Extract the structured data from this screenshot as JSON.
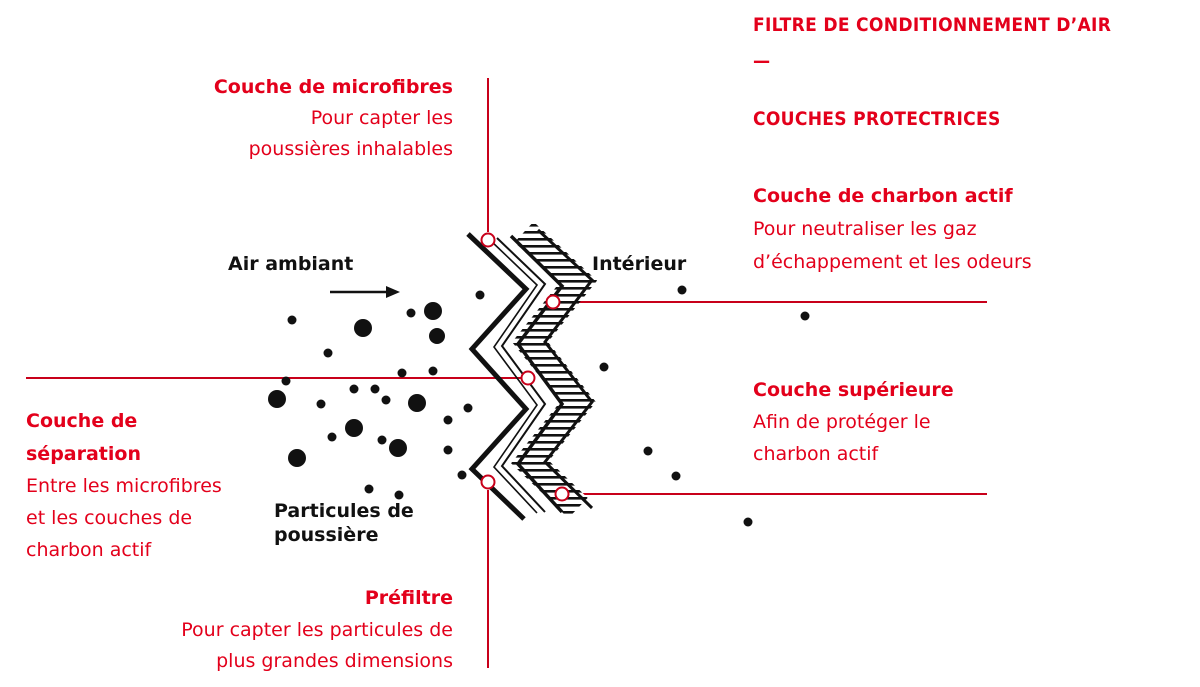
{
  "colors": {
    "accent": "#e3001b",
    "ink": "#111111"
  },
  "title": {
    "line1": "FILTRE DE CONDITIONNEMENT D’AIR",
    "dash": "—",
    "line2": "COUCHES PROTECTRICES"
  },
  "flow": {
    "outside_label": "Air ambiant",
    "inside_label": "Intérieur",
    "particles_label_line1": "Particules de",
    "particles_label_line2": "poussière"
  },
  "layers": {
    "microfibres": {
      "name": "Couche de microfibres",
      "desc_line1": "Pour capter les",
      "desc_line2": "poussières inhalables"
    },
    "separation": {
      "name_line1": "Couche de",
      "name_line2": "séparation",
      "desc_line1": "Entre les microfibres",
      "desc_line2": "et les couches de",
      "desc_line3": "charbon actif"
    },
    "prefiltre": {
      "name": "Préfiltre",
      "desc_line1": "Pour capter les particules de",
      "desc_line2": "plus grandes dimensions"
    },
    "charbon": {
      "name": "Couche de charbon actif",
      "desc_line1": "Pour neutraliser les gaz",
      "desc_line2": "d’échappement et les odeurs"
    },
    "superieure": {
      "name": "Couche supérieure",
      "desc_line1": "Afin de protéger le",
      "desc_line2": "charbon actif"
    }
  }
}
